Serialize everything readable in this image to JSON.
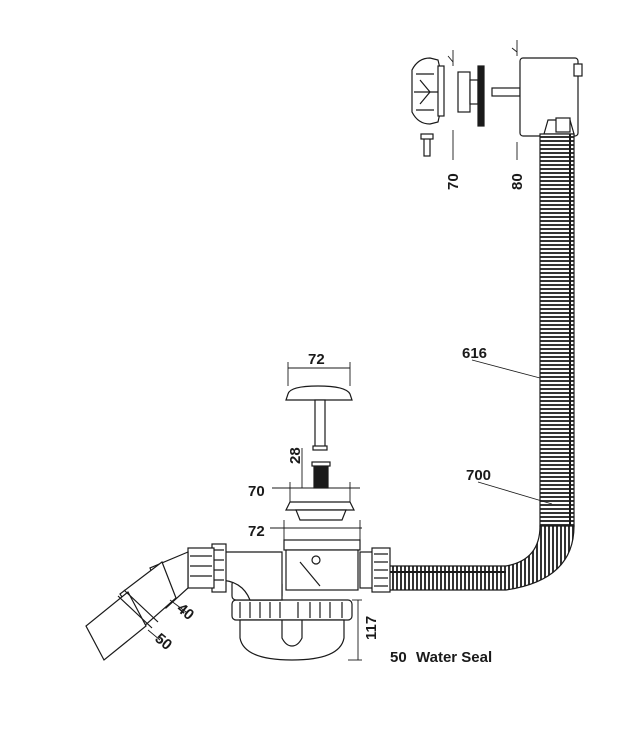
{
  "dimensions": {
    "overflow_handle_depth": "70",
    "overflow_body_depth": "80",
    "hose_length_a": "616",
    "hose_length_b": "700",
    "plug_diameter": "72",
    "plug_stem": "28",
    "waste_flange": "70",
    "trap_top": "72",
    "outlet_inner": "40",
    "outlet_outer": "50",
    "trap_height": "117"
  },
  "water_seal": {
    "value": "50",
    "label": "Water Seal"
  },
  "colors": {
    "line": "#1a1a1a",
    "hose_fill": "#3a3a3a",
    "part_fill": "#ffffff"
  }
}
